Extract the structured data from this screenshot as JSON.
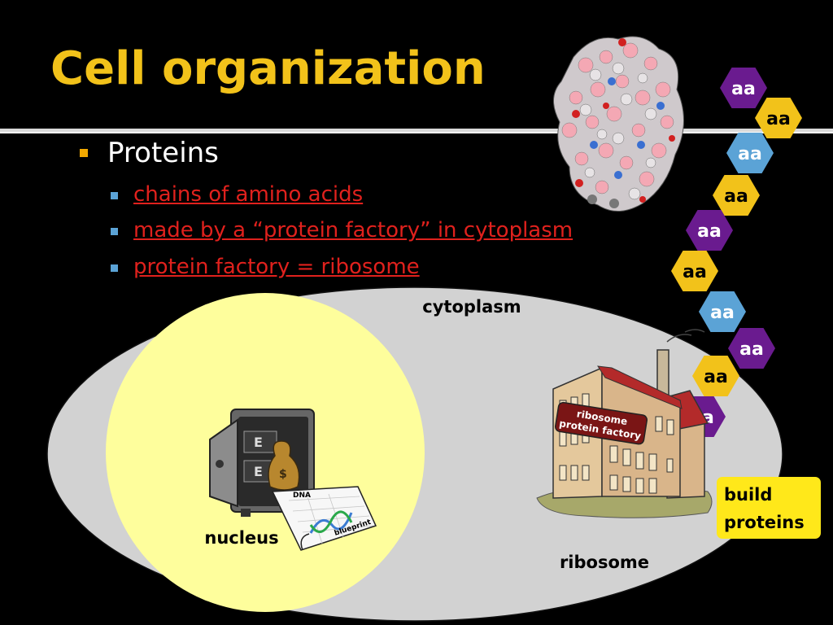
{
  "slide": {
    "title": "Cell organization",
    "bullet": "Proteins",
    "sub_bullets": [
      "chains of amino acids",
      "made by a “protein factory” in cytoplasm",
      "protein factory = ribosome"
    ]
  },
  "diagram": {
    "cytoplasm_label": "cytoplasm",
    "nucleus_label": "nucleus",
    "ribosome_label": "ribosome",
    "factory_sign": [
      "ribosome",
      "protein factory"
    ],
    "build_proteins": [
      "build",
      "proteins"
    ],
    "dna_label": "DNA",
    "blueprint_label": "blueprint",
    "amino_acid_label": "aa",
    "amino_acid_colors": [
      "#6a1b8f",
      "#f2c21a",
      "#5ba3d6",
      "#f2c21a",
      "#6a1b8f",
      "#f2c21a",
      "#5ba3d6",
      "#6a1b8f",
      "#f2c21a",
      "#6a1b8f"
    ]
  },
  "colors": {
    "title": "#f2c21a",
    "link": "#e0211d",
    "cytoplasm": "#d2d2d2",
    "nucleus": "#fefe9c",
    "note_box": "#ffe81a"
  }
}
